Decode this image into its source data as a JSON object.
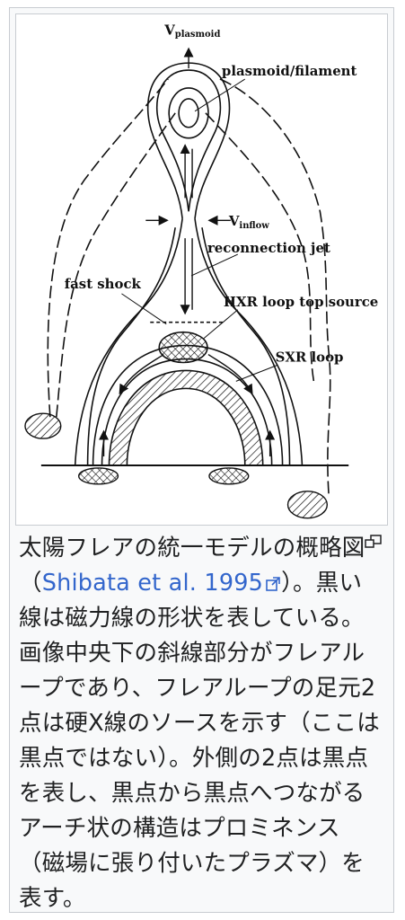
{
  "figure": {
    "labels": {
      "v_plasmoid_main": "V",
      "v_plasmoid_sub": "plasmoid",
      "plasmoid_filament": "plasmoid/filament",
      "v_inflow_main": "V",
      "v_inflow_sub": "inflow",
      "reconnection_jet": "reconnection jet",
      "fast_shock": "fast shock",
      "hxr_source": "HXR loop top source",
      "sxr_loop": "SXR loop"
    }
  },
  "caption": {
    "text_before": "太陽フレアの統一モデルの概略図（",
    "link_text": "Shibata et al. 1995",
    "text_after": "）。黒い線は磁力線の形状を表している。画像中央下の斜線部分がフレアループであり、フレアループの足元2点は硬X線のソースを示す（ここは黒点ではない）。外側の2点は黒点を表し、黒点から黒点へつながるアーチ状の構造はプロミネンス（磁場に張り付いたプラズマ）を表す。"
  },
  "icons": {
    "magnify": "magnify-clip-icon",
    "external": "external-link-icon"
  },
  "colors": {
    "link": "#3366cc",
    "text": "#202122",
    "frame_border": "#c8ccd1",
    "frame_bg": "#f8f9fa"
  }
}
